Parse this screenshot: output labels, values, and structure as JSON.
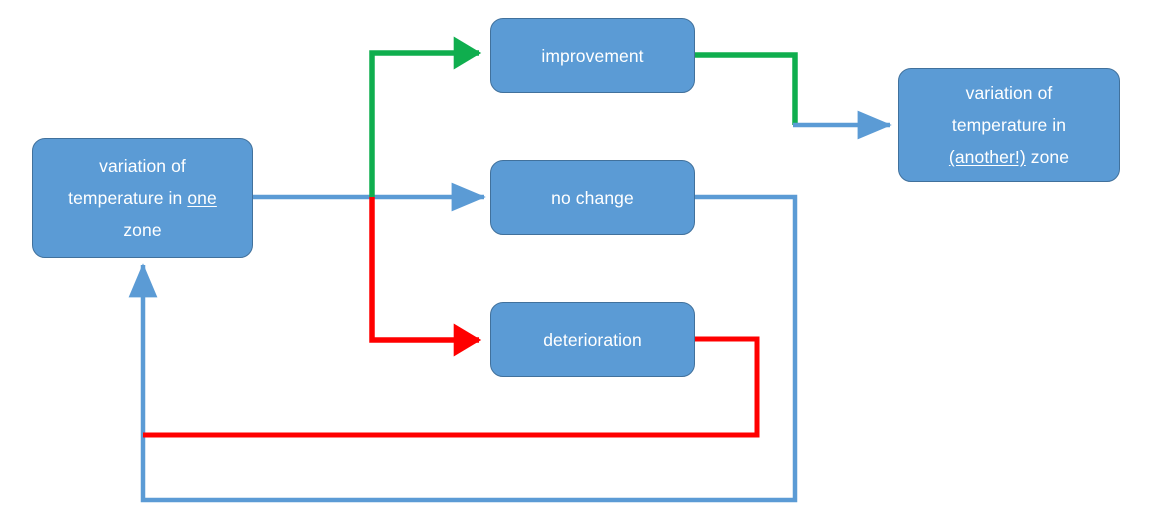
{
  "diagram": {
    "type": "flowchart",
    "title": "",
    "colors": {
      "node_fill": "#5B9BD5",
      "node_border": "#41719C",
      "node_text": "#FFFFFF",
      "edge_blue": "#5B9BD5",
      "edge_green": "#0FAE4E",
      "edge_red": "#FF0000",
      "background": "#FFFFFF"
    },
    "nodes": [
      {
        "id": "source",
        "text": "variation of temperature in one zone",
        "line1": "variation of",
        "line2_pre": "temperature in ",
        "line2_underlined": "one",
        "line3": "zone"
      },
      {
        "id": "improvement",
        "text": "improvement"
      },
      {
        "id": "nochange",
        "text": "no change"
      },
      {
        "id": "deterioration",
        "text": "deterioration"
      },
      {
        "id": "target",
        "text": "variation of temperature in (another!) zone",
        "line1": "variation of",
        "line2": "temperature in",
        "line3_underlined": "(another!)",
        "line3_post": " zone"
      }
    ],
    "edges": [
      {
        "id": "source-to-branch",
        "from": "source",
        "to": "branch",
        "color": "#5B9BD5",
        "arrow": false
      },
      {
        "id": "branch-to-improvement",
        "from": "branch",
        "to": "improvement",
        "color": "#0FAE4E",
        "arrow": true
      },
      {
        "id": "branch-to-nochange",
        "from": "branch",
        "to": "nochange",
        "color": "#5B9BD5",
        "arrow": true
      },
      {
        "id": "branch-to-deterioration",
        "from": "branch",
        "to": "deterioration",
        "color": "#FF0000",
        "arrow": true
      },
      {
        "id": "improvement-to-target",
        "from": "improvement",
        "to": "target",
        "color": "#0FAE4E",
        "arrow": true
      },
      {
        "id": "nochange-to-loopback",
        "from": "nochange",
        "to": "source",
        "color": "#5B9BD5",
        "arrow": true
      },
      {
        "id": "deterioration-to-source",
        "from": "deterioration",
        "to": "source",
        "color": "#FF0000",
        "arrow": false
      }
    ]
  }
}
